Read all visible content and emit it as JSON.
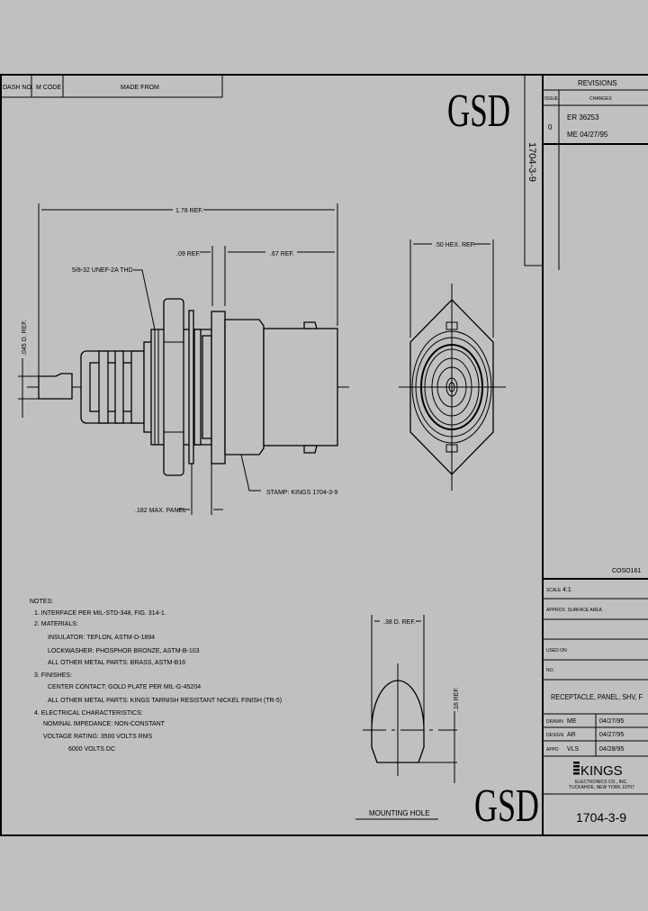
{
  "header_table": {
    "dash_no": "DASH NO.",
    "m_code": "M CODE",
    "made_from": "MADE FROM"
  },
  "logo_text": "GSD",
  "side_part_number": "1704-3-9",
  "revisions": {
    "title": "REVISIONS",
    "col_issue": "ISSUE",
    "col_changes": "CHANGES",
    "rows": [
      {
        "issue": "0",
        "line1": "ER  36253",
        "line2": "ME  04/27/95"
      }
    ]
  },
  "drawing_labels": {
    "overall_length": "1.78 REF.",
    "flange": ".09 REF.",
    "body_length": ".67 REF.",
    "thread": "5/8-32 UNEF-2A THD",
    "pin_diameter": ".045 D. REF.",
    "stamp": "STAMP: KINGS 1704-3-9",
    "panel": ".182 MAX. PANEL",
    "hex": ".50 HEX. REF.",
    "hole_diameter": ".38 D. REF.",
    "hole_flat": ".16 REF.",
    "mounting_hole": "MOUNTING HOLE"
  },
  "notes": [
    "NOTES:",
    "1. INTERFACE PER MIL-STD-348, FIG. 314-1.",
    "2. MATERIALS:",
    "INSULATOR: TEFLON, ASTM-D-1894",
    "LOCKWASHER: PHOSPHOR BRONZE, ASTM-B-103",
    "ALL OTHER METAL PARTS: BRASS, ASTM-B16",
    "3. FINISHES:",
    "CENTER CONTACT: GOLD PLATE PER MIL-G-45204",
    "ALL OTHER METAL PARTS: KINGS TARNISH RESISTANT NICKEL FINISH (TR-5)",
    "4. ELECTRICAL CHARACTERISTICS:",
    "NOMINAL IMPEDANCE: NON-CONSTANT",
    "VOLTAGE RATING: 3500 VOLTS RMS",
    "6000 VOLTS DC"
  ],
  "title_block": {
    "code": "COSO161",
    "scale_label": "SCALE",
    "scale_value": "4:1",
    "surface_area": "APPROX. SURFACE AREA",
    "used_on": "USED ON",
    "no": "NO.",
    "title": "RECEPTACLE, PANEL, SHV, F",
    "signoffs": [
      {
        "role": "DRAWN",
        "initials": "ME",
        "date": "04/27/95"
      },
      {
        "role": "DESIGN",
        "initials": "AR",
        "date": "04/27/95"
      },
      {
        "role": "APPD",
        "initials": "VLS",
        "date": "04/28/95"
      }
    ],
    "company": "KINGS",
    "company_line1": "ELECTRONICS CO., INC.",
    "company_line2": "TUCKAHOE, NEW YORK 10707",
    "part_number": "1704-3-9"
  }
}
